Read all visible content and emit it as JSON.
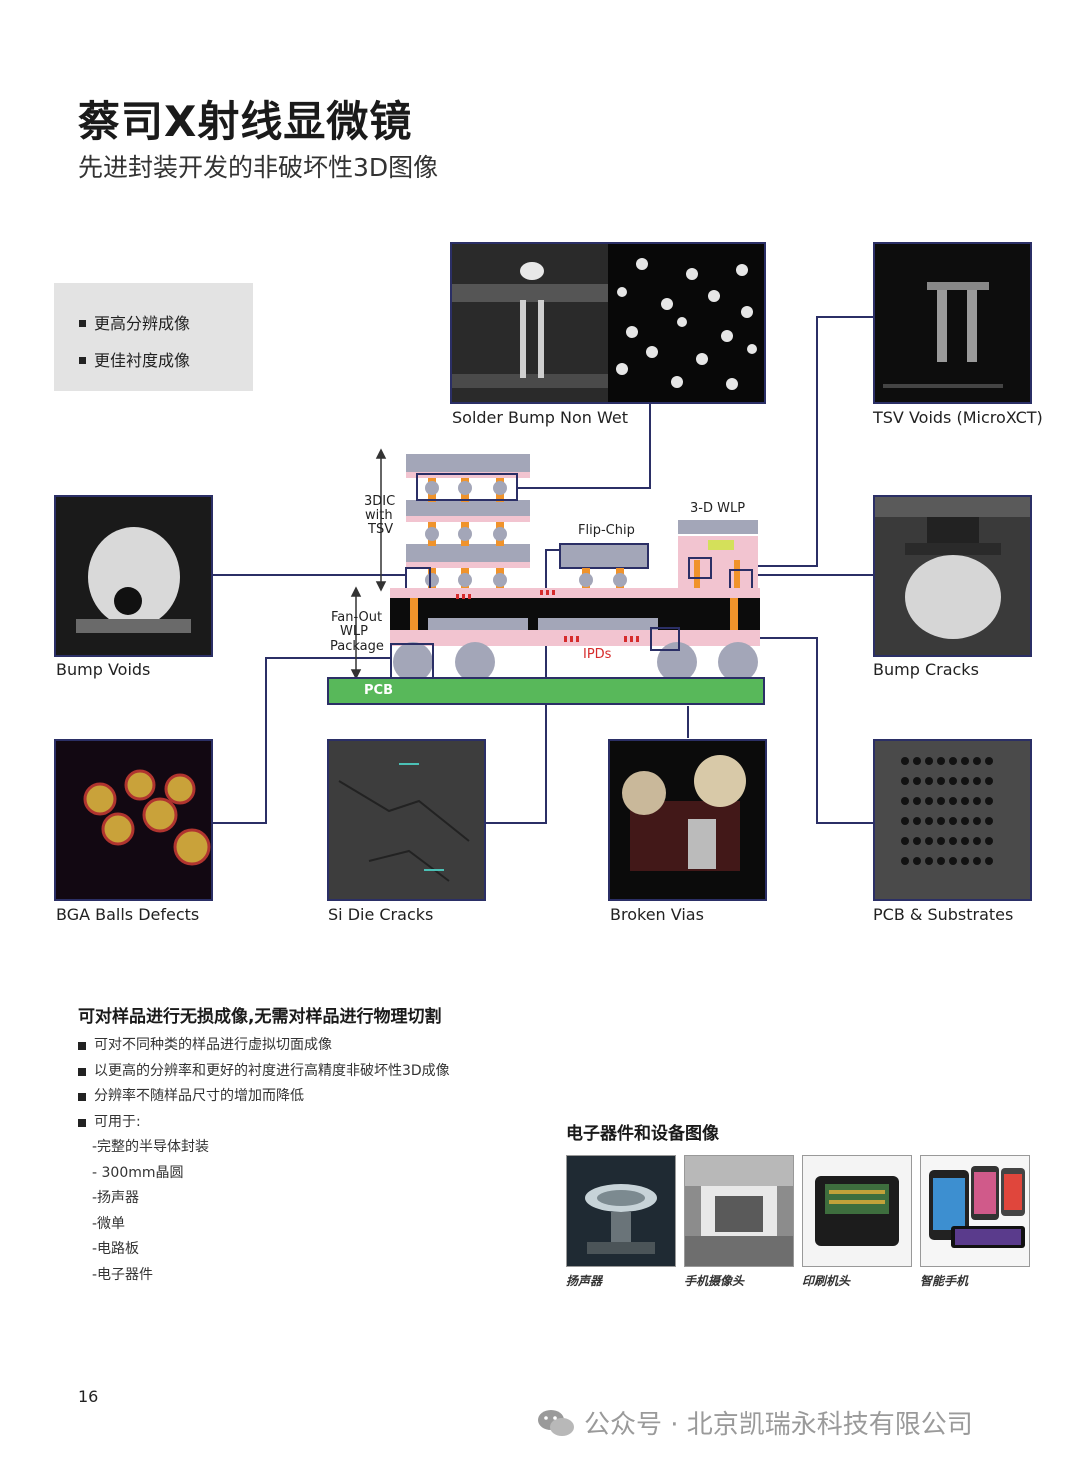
{
  "header": {
    "title": "蔡司X射线显微镜",
    "subtitle": "先进封装开发的非破坏性3D图像"
  },
  "features": [
    "更高分辨成像",
    "更佳衬度成像"
  ],
  "images": {
    "solder_bump": "Solder Bump Non Wet",
    "tsv_voids": "TSV Voids (MicroXCT)",
    "bump_voids": "Bump Voids",
    "bump_cracks": "Bump Cracks",
    "bga_balls": "BGA Balls Defects",
    "si_die": "Si Die Cracks",
    "broken_vias": "Broken Vias",
    "pcb_substrates": "PCB & Substrates"
  },
  "diagram": {
    "label_3dic": "3DIC",
    "label_with": "with",
    "label_tsv": "TSV",
    "label_flipchip": "Flip-Chip",
    "label_3dwlp": "3-D WLP",
    "label_fanout": "Fan-Out",
    "label_wlp": "WLP",
    "label_package": "Package",
    "label_ipds": "IPDs",
    "label_pcb": "PCB"
  },
  "benefits": {
    "heading": "可对样品进行无损成像,无需对样品进行物理切割",
    "items": [
      "可对不同种类的样品进行虚拟切面成像",
      "以更高的分辨率和更好的衬度进行高精度非破坏性3D成像",
      "分辨率不随样品尺寸的增加而降低",
      "可用于:"
    ],
    "uses": [
      "-完整的半导体封装",
      "- 300mm晶圆",
      "-扬声器",
      "-微单",
      "-电路板",
      "-电子器件"
    ]
  },
  "devices": {
    "heading": "电子器件和设备图像",
    "items": [
      "扬声器",
      "手机摄像头",
      "印刷机头",
      "智能手机"
    ]
  },
  "footer": {
    "page_number": "16",
    "watermark": "公众号 · 北京凯瑞永科技有限公司"
  },
  "colors": {
    "frame": "#2b2f66",
    "orange": "#f0932b",
    "pink": "#f2c4d0",
    "pcb_green": "#58b85a",
    "box_grey": "#e3e3e3"
  }
}
